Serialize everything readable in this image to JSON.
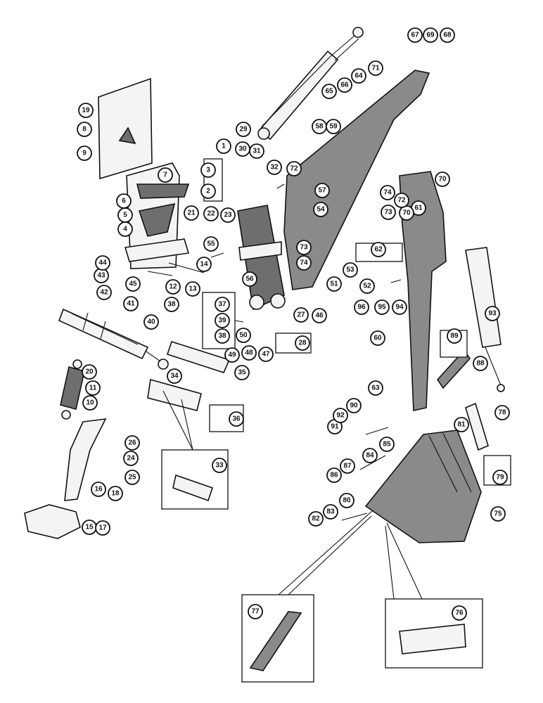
{
  "diagram": {
    "part_numbers": [
      "1",
      "2",
      "3",
      "4",
      "5",
      "6",
      "7",
      "8",
      "9",
      "10",
      "11",
      "12",
      "13",
      "14",
      "15",
      "16",
      "17",
      "18",
      "19",
      "20",
      "21",
      "22",
      "23",
      "24",
      "25",
      "26",
      "27",
      "28",
      "29",
      "30",
      "31",
      "32",
      "33",
      "34",
      "35",
      "36",
      "37",
      "38",
      "39",
      "40",
      "41",
      "42",
      "43",
      "44",
      "45",
      "46",
      "47",
      "48",
      "49",
      "50",
      "51",
      "52",
      "53",
      "54",
      "55",
      "56",
      "57",
      "58",
      "59",
      "60",
      "61",
      "62",
      "63",
      "64",
      "65",
      "66",
      "67",
      "68",
      "69",
      "70",
      "71",
      "72",
      "73",
      "74",
      "75",
      "76",
      "77",
      "78",
      "79",
      "80",
      "81",
      "82",
      "83",
      "84",
      "85",
      "86",
      "87",
      "88",
      "89",
      "90",
      "91",
      "92",
      "93",
      "94",
      "95",
      "96"
    ]
  }
}
